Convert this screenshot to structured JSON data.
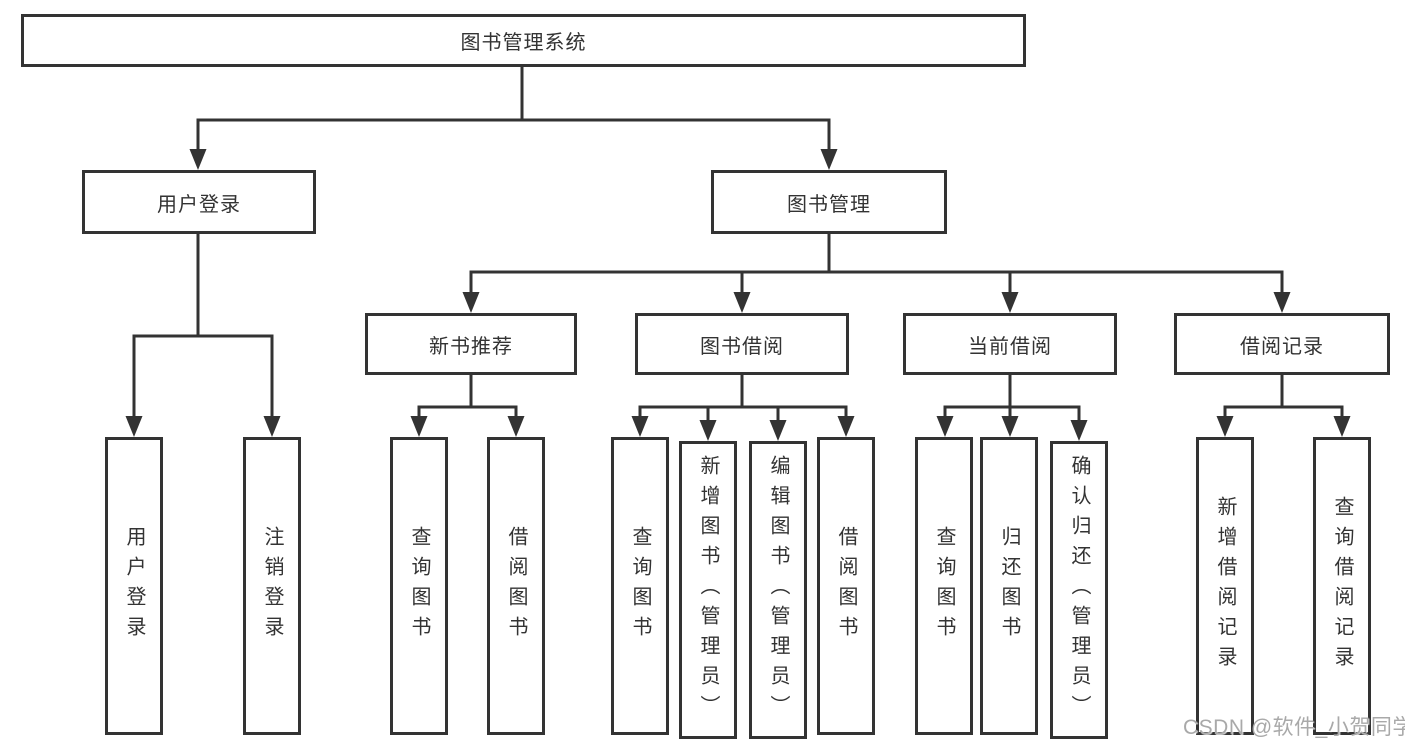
{
  "title": "图书管理系统",
  "nodes": {
    "root": "图书管理系统",
    "level2": [
      "用户登录",
      "图书管理"
    ],
    "level3": [
      "新书推荐",
      "图书借阅",
      "当前借阅",
      "借阅记录"
    ],
    "level4": {
      "login": [
        "用户登录",
        "注销登录"
      ],
      "recommend": [
        "查询图书",
        "借阅图书"
      ],
      "borrow": [
        "查询图书",
        "新增图书（管理员）",
        "编辑图书（管理员）",
        "借阅图书"
      ],
      "current": [
        "查询图书",
        "归还图书",
        "确认归还（管理员）"
      ],
      "record": [
        "新增借阅记录",
        "查询借阅记录"
      ]
    }
  },
  "watermark": "CSDN @软件_小贺同学",
  "colors": {
    "line": "#333333",
    "text": "#333333",
    "box_background": "#ffffff",
    "watermark": "#a9a9a9",
    "background": "#ffffff"
  }
}
